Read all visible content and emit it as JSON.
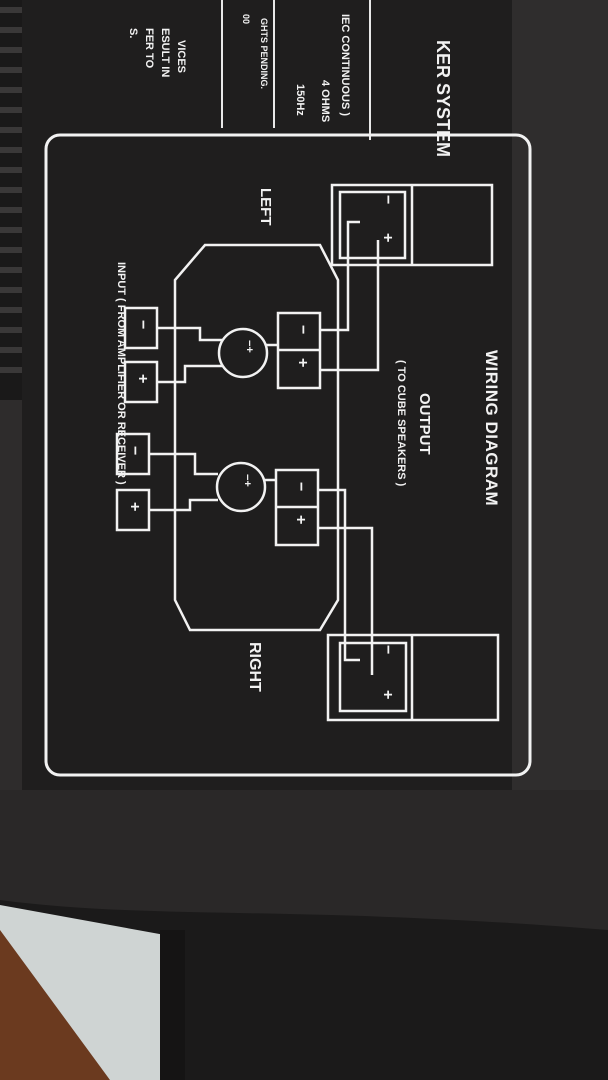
{
  "header": {
    "brand_title": "KER SYSTEM",
    "spec_iec": "IEC CONTINUOUS )",
    "spec_ohms": "4 OHMS",
    "spec_hz": "150Hz",
    "spec_patents": "GHTS PENDING.",
    "spec_extra": "00"
  },
  "warning": {
    "line1": "VICES",
    "line2": "ESULT IN",
    "line3": "FER TO",
    "line4": "S."
  },
  "diagram": {
    "title": "WIRING DIAGRAM",
    "output_label": "OUTPUT",
    "output_sub": "( TO CUBE SPEAKERS )",
    "input_label": "INPUT ( FROM AMPLIFIER OR RECEIVER )",
    "left_label": "LEFT",
    "right_label": "RIGHT",
    "plus": "+",
    "minus": "−"
  },
  "colors": {
    "panel": "#1f1e1e",
    "line": "#f2f2f2",
    "body": "#2b2a2a"
  }
}
